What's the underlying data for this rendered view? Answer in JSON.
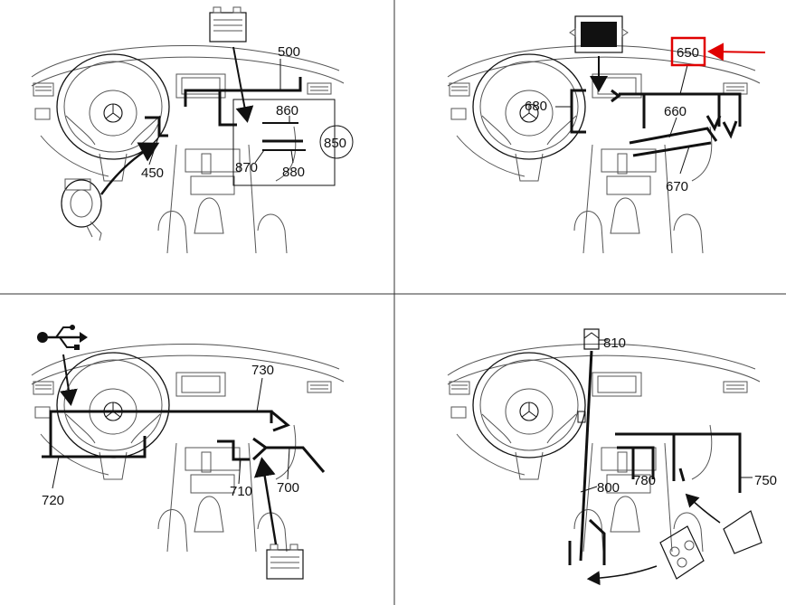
{
  "panels": {
    "top_left": {
      "labels": [
        "500",
        "860",
        "850",
        "870",
        "880",
        "450"
      ]
    },
    "top_right": {
      "labels": [
        "650",
        "680",
        "660",
        "670"
      ],
      "highlight_color": "#e00000"
    },
    "bottom_left": {
      "labels": [
        "730",
        "720",
        "710",
        "700"
      ],
      "icon": "usb-icon"
    },
    "bottom_right": {
      "labels": [
        "810",
        "800",
        "780",
        "750"
      ]
    }
  }
}
